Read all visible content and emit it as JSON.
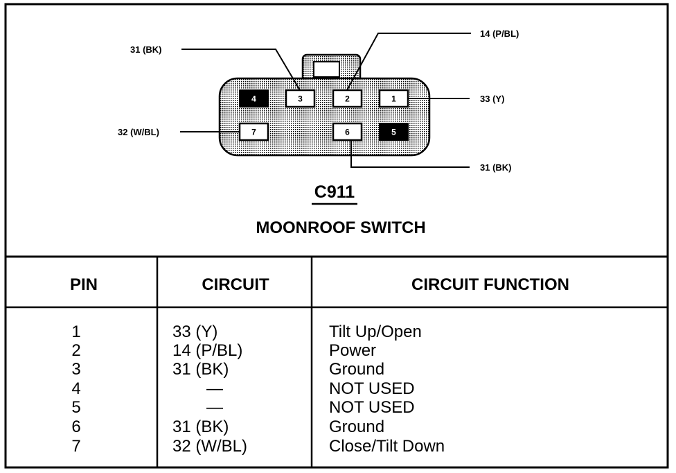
{
  "connector": {
    "id": "C911",
    "name": "MOONROOF SWITCH",
    "pins": [
      {
        "label": "4",
        "used": false
      },
      {
        "label": "3",
        "used": true
      },
      {
        "label": "2",
        "used": true
      },
      {
        "label": "1",
        "used": true
      },
      {
        "label": "7",
        "used": true
      },
      {
        "label": "6",
        "used": true
      },
      {
        "label": "5",
        "used": false
      }
    ],
    "callouts": {
      "pin3": "31 (BK)",
      "pin2": "14 (P/BL)",
      "pin1": "33 (Y)",
      "pin7": "32 (W/BL)",
      "pin6": "31 (BK)"
    }
  },
  "table": {
    "headers": [
      "PIN",
      "CIRCUIT",
      "CIRCUIT FUNCTION"
    ],
    "rows": [
      {
        "pin": "1",
        "circuit": "33 (Y)",
        "function": "Tilt Up/Open"
      },
      {
        "pin": "2",
        "circuit": "14 (P/BL)",
        "function": "Power"
      },
      {
        "pin": "3",
        "circuit": "31 (BK)",
        "function": "Ground"
      },
      {
        "pin": "4",
        "circuit": "—",
        "function": "NOT USED"
      },
      {
        "pin": "5",
        "circuit": "—",
        "function": "NOT USED"
      },
      {
        "pin": "6",
        "circuit": "31 (BK)",
        "function": "Ground"
      },
      {
        "pin": "7",
        "circuit": "32 (W/BL)",
        "function": "Close/Tilt Down"
      }
    ]
  }
}
